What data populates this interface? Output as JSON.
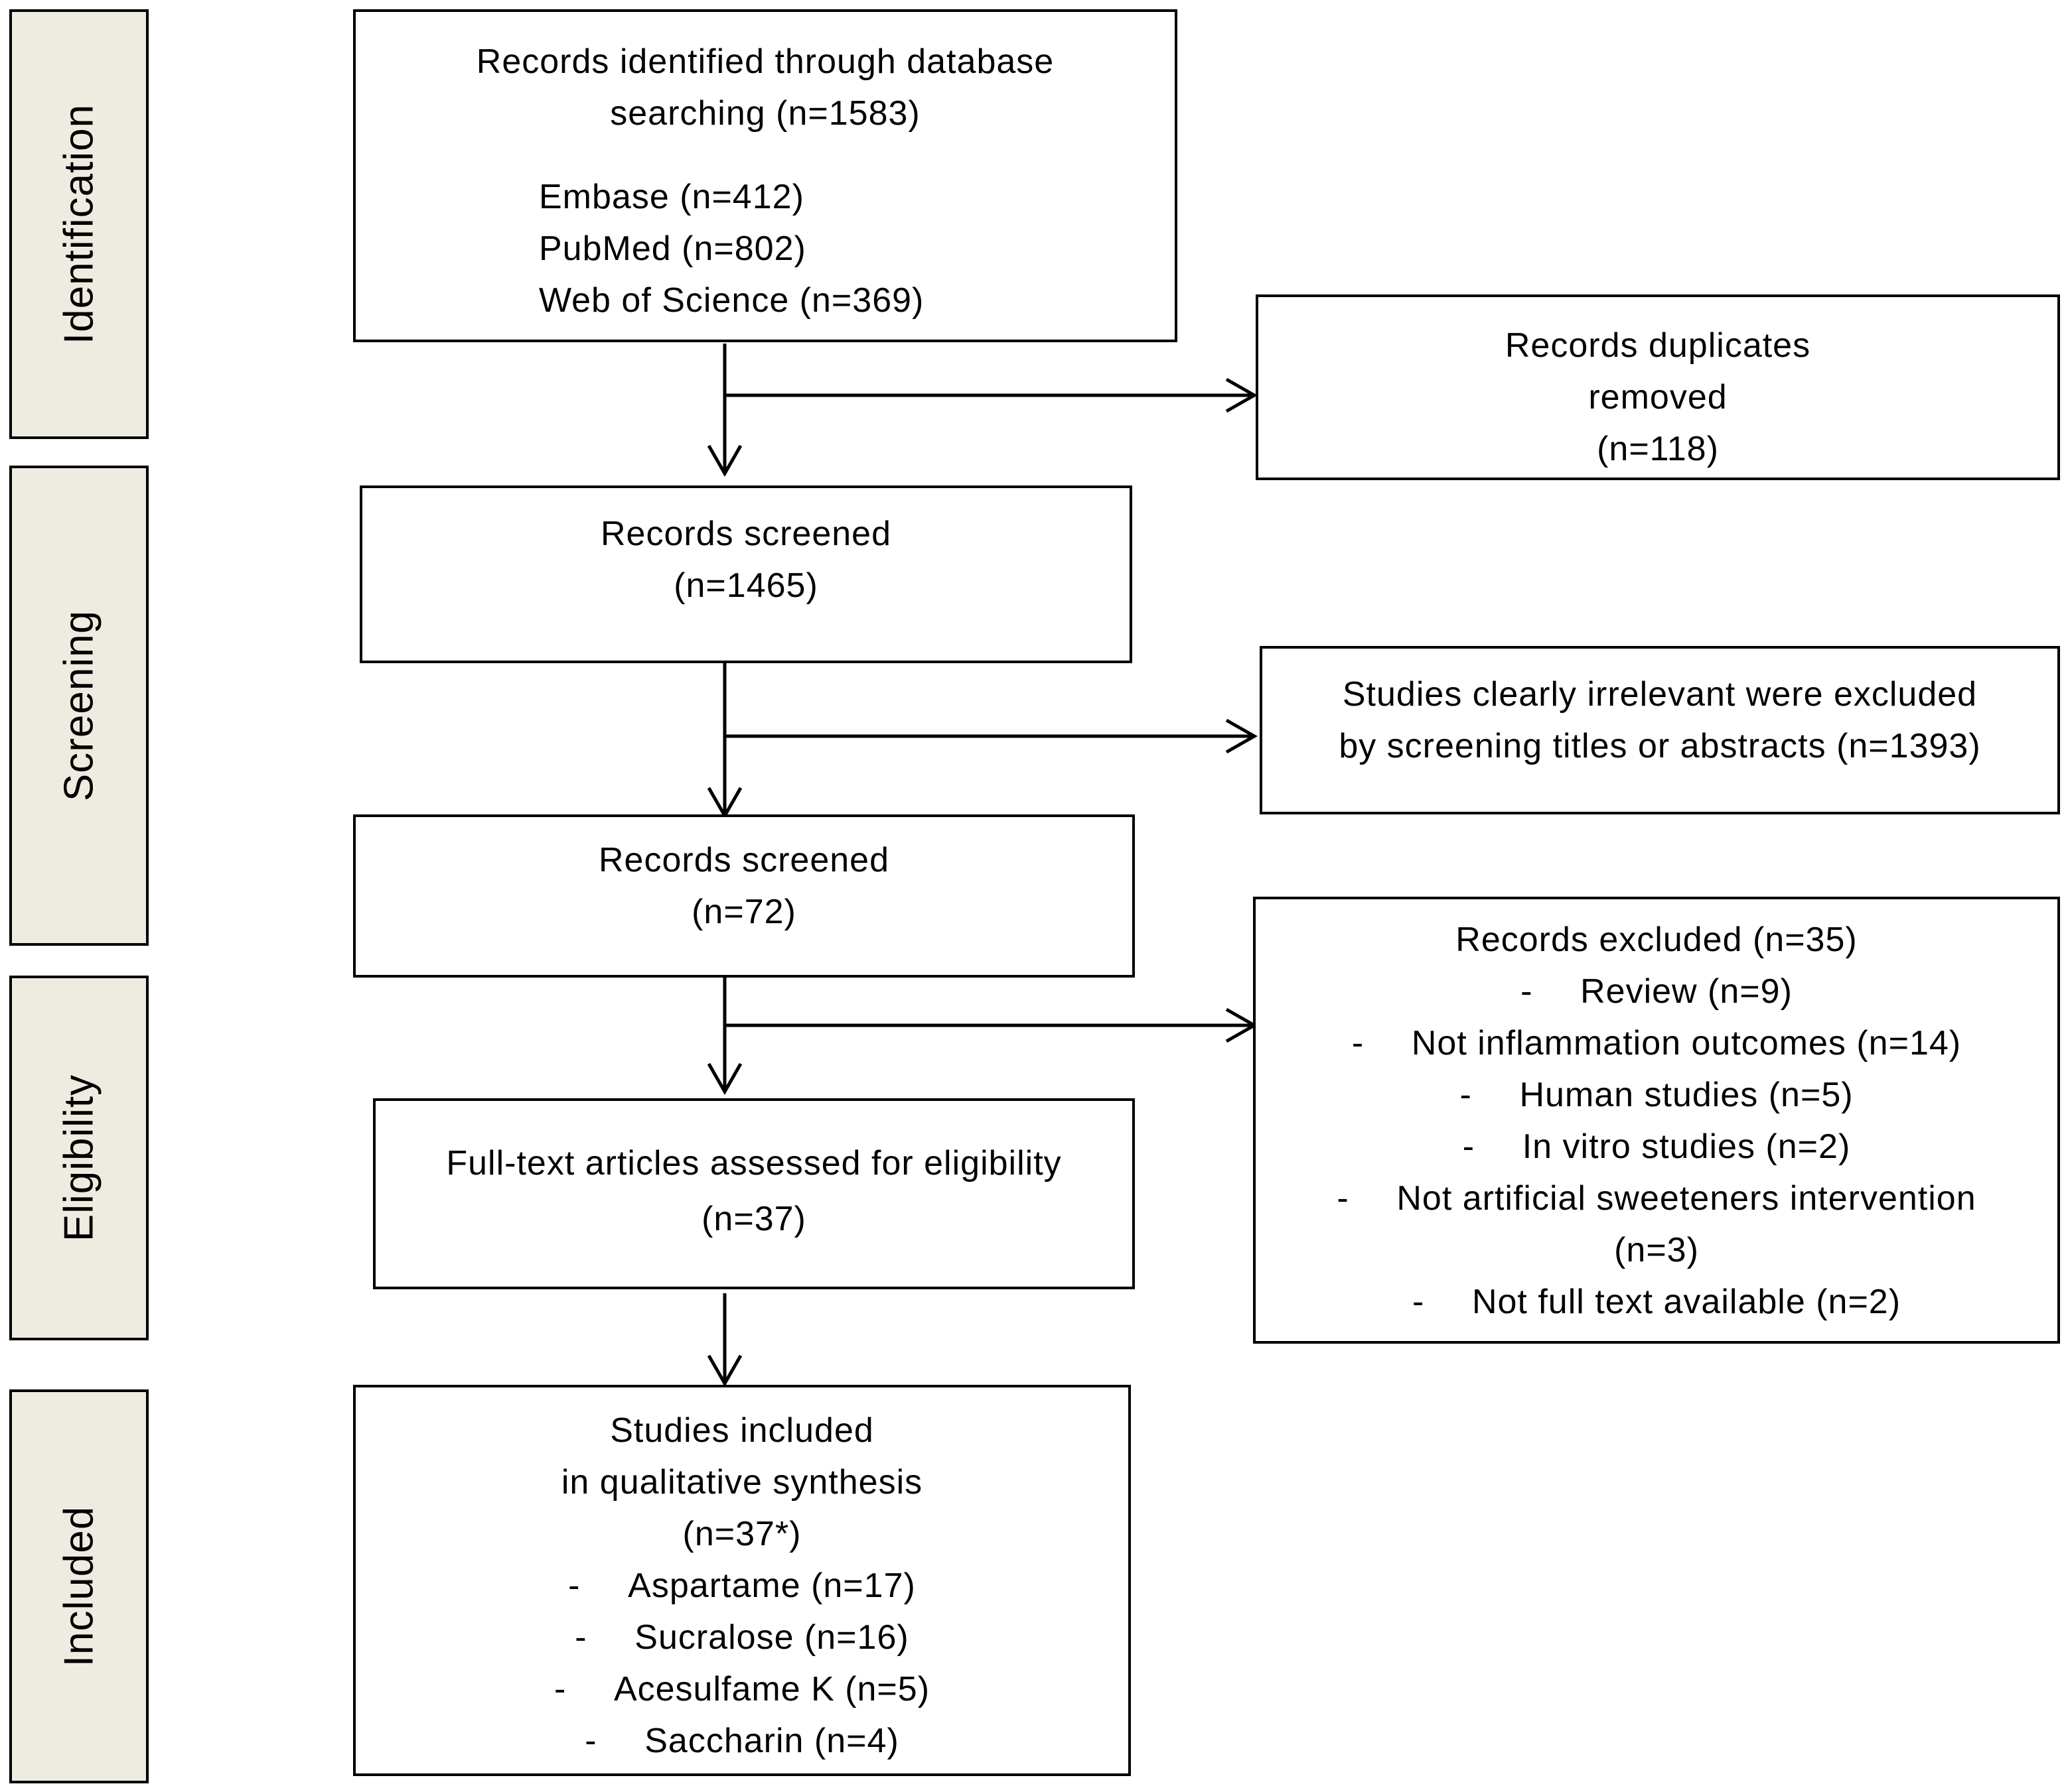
{
  "stages": {
    "identification": "Identification",
    "screening": "Screening",
    "eligibility": "Eligibility",
    "included": "Included"
  },
  "identified": {
    "line1": "Records identified through database",
    "line2": "searching (n=1583)",
    "sources": [
      "Embase (n=412)",
      "PubMed (n=802)",
      "Web of Science (n=369)"
    ]
  },
  "duplicates": {
    "line1": "Records duplicates",
    "line2": "removed",
    "line3": "(n=118)"
  },
  "screened1": {
    "line1": "Records screened",
    "line2": "(n=1465)"
  },
  "irrelevant": {
    "line1": "Studies clearly irrelevant were excluded",
    "line2": "by screening titles or abstracts (n=1393)"
  },
  "screened2": {
    "line1": "Records screened",
    "line2": "(n=72)"
  },
  "excluded": {
    "title": "Records excluded (n=35)",
    "dash": "-",
    "items": [
      "Review (n=9)",
      "Not inflammation outcomes (n=14)",
      "Human studies (n=5)",
      "In vitro studies (n=2)",
      "Not artificial sweeteners intervention",
      "Not full text available (n=2)"
    ],
    "continuation": "(n=3)"
  },
  "fulltext": {
    "line1": "Full-text articles assessed for eligibility",
    "line2": "(n=37)"
  },
  "included": {
    "line1": "Studies included",
    "line2": "in qualitative synthesis",
    "line3": "(n=37*)",
    "dash": "-",
    "items": [
      "Aspartame (n=17)",
      "Sucralose (n=16)",
      "Acesulfame K (n=5)",
      "Saccharin (n=4)"
    ]
  }
}
